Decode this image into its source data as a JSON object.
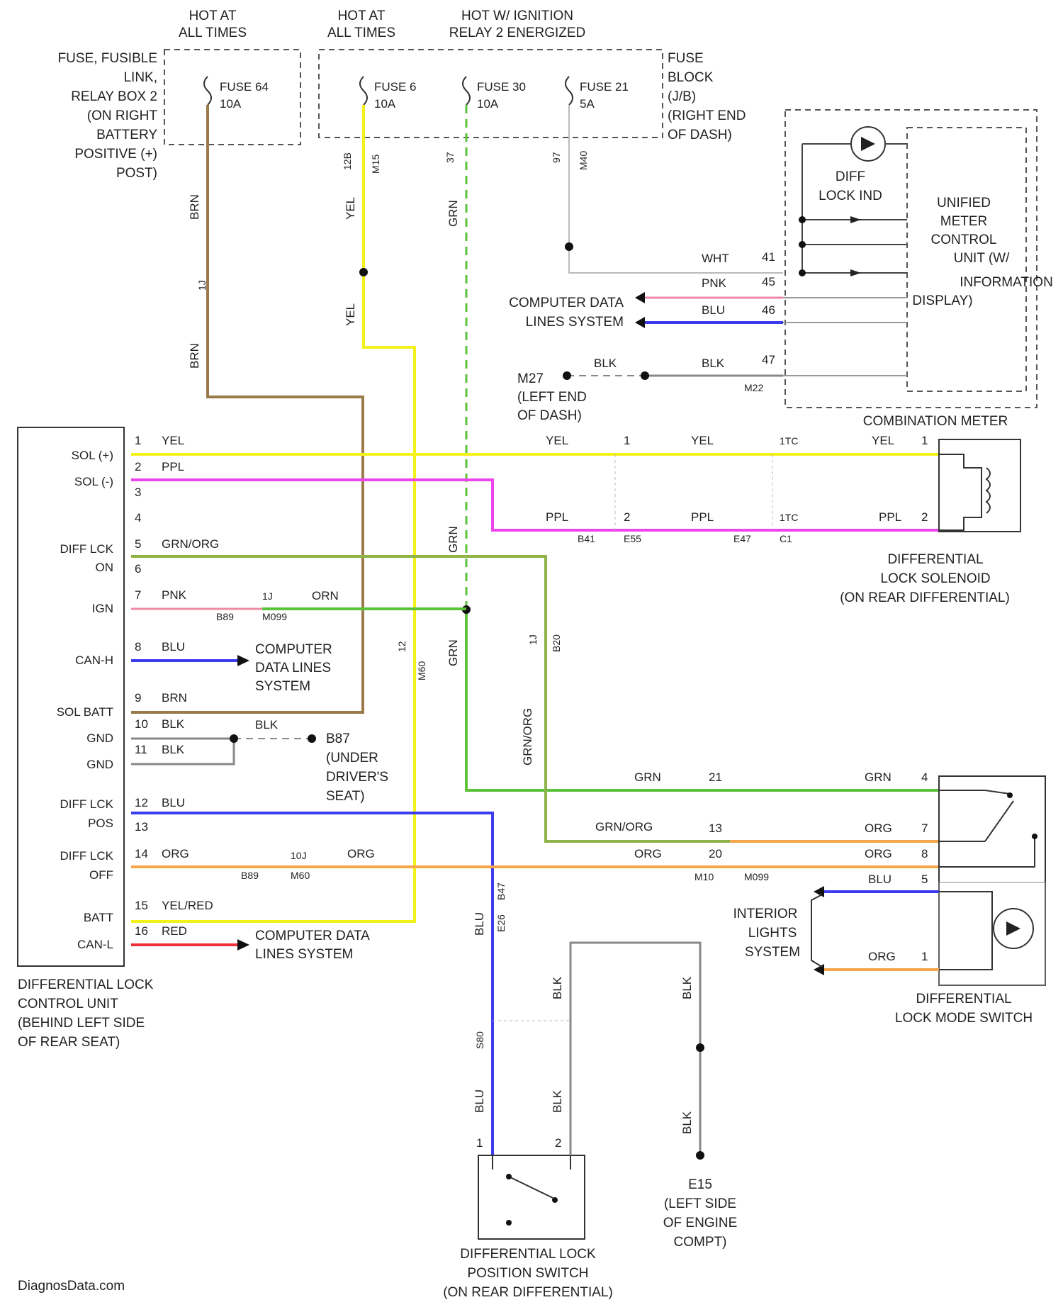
{
  "header": {
    "hot_at_all_times_1": [
      "HOT AT",
      "ALL TIMES"
    ],
    "hot_at_all_times_2": [
      "HOT AT",
      "ALL TIMES"
    ],
    "hot_ignition": [
      "HOT W/ IGNITION",
      "RELAY 2 ENERGIZED"
    ]
  },
  "fuse_box_1": {
    "label": [
      "FUSE, FUSIBLE",
      "LINK,",
      "RELAY BOX 2",
      "(ON RIGHT",
      "BATTERY",
      "POSITIVE (+)",
      "POST)"
    ],
    "fuse": [
      "FUSE 64",
      "10A"
    ]
  },
  "fuse_block": {
    "label": [
      "FUSE",
      "BLOCK",
      "(J/B)",
      "(RIGHT END",
      "OF DASH)"
    ],
    "fuses": [
      [
        "FUSE 6",
        "10A"
      ],
      [
        "FUSE 30",
        "10A"
      ],
      [
        "FUSE 21",
        "5A"
      ]
    ],
    "terminals": [
      "12B",
      "M15",
      "37",
      "97",
      "M40"
    ]
  },
  "combination_meter": {
    "title": "COMBINATION METER",
    "unit_label": [
      "UNIFIED",
      "METER",
      "CONTROL",
      "UNIT (W/",
      "INFORMATION",
      "DISPLAY)"
    ],
    "indicator": [
      "DIFF",
      "LOCK IND"
    ],
    "pins": [
      "41",
      "45",
      "46",
      "47"
    ],
    "connector": "M22",
    "wires": [
      "WHT",
      "PNK",
      "BLU",
      "BLK",
      "BLK"
    ]
  },
  "computer_data": {
    "label_1": [
      "COMPUTER DATA",
      "LINES SYSTEM"
    ],
    "label_2": [
      "COMPUTER",
      "DATA LINES",
      "SYSTEM"
    ],
    "label_3": [
      "COMPUTER DATA",
      "LINES SYSTEM"
    ]
  },
  "grounds": {
    "m27": [
      "M27",
      "(LEFT END",
      "OF DASH)"
    ],
    "b87": [
      "B87",
      "(UNDER",
      "DRIVER'S",
      "SEAT)"
    ],
    "e15": [
      "E15",
      "(LEFT SIDE",
      "OF ENGINE",
      "COMPT)"
    ]
  },
  "control_unit": {
    "title": [
      "DIFFERENTIAL LOCK",
      "CONTROL UNIT",
      "(BEHIND LEFT SIDE",
      "OF REAR SEAT)"
    ],
    "pin_labels": [
      "SOL (+)",
      "SOL (-)",
      "DIFF LCK",
      "ON",
      "IGN",
      "CAN-H",
      "SOL BATT",
      "GND",
      "GND",
      "DIFF LCK",
      "POS",
      "DIFF LCK",
      "OFF",
      "BATT",
      "CAN-L"
    ],
    "pins": [
      "1",
      "2",
      "3",
      "4",
      "5",
      "6",
      "7",
      "8",
      "9",
      "10",
      "11",
      "12",
      "13",
      "14",
      "15",
      "16"
    ],
    "wires": [
      "YEL",
      "PPL",
      "GRN/ORG",
      "PNK",
      "BLU",
      "BRN",
      "BLK",
      "BLK",
      "BLU",
      "ORG",
      "YEL/RED",
      "RED"
    ]
  },
  "solenoid": {
    "title": [
      "DIFFERENTIAL",
      "LOCK SOLENOID",
      "(ON REAR DIFFERENTIAL)"
    ],
    "pins": [
      "1",
      "2"
    ],
    "wires": [
      "YEL",
      "PPL"
    ],
    "connectors": [
      "B41",
      "E55",
      "E47",
      "C1",
      "1TC",
      "1TC"
    ]
  },
  "mode_switch": {
    "title": [
      "DIFFERENTIAL",
      "LOCK MODE SWITCH"
    ],
    "pins": [
      "4",
      "7",
      "8",
      "5",
      "1"
    ],
    "wires": [
      "GRN",
      "ORG",
      "ORG",
      "BLU",
      "ORG"
    ]
  },
  "interior_lights": [
    "INTERIOR",
    "LIGHTS",
    "SYSTEM"
  ],
  "position_switch": {
    "title": [
      "DIFFERENTIAL LOCK",
      "POSITION SWITCH",
      "(ON REAR DIFFERENTIAL)"
    ],
    "wires": [
      "BLU",
      "BLK",
      "BLK",
      "BLK"
    ],
    "pins": [
      "1",
      "2"
    ]
  },
  "mid_labels": {
    "brn": "BRN",
    "yel": "YEL",
    "grn": "GRN",
    "wire_orn": "ORN",
    "grn_org": "GRN/ORG",
    "org": "ORG",
    "blu": "BLU",
    "c21": "21",
    "c13": "13",
    "c20": "20",
    "c12": "12",
    "c1j": "1J",
    "c10j": "10J",
    "m10": "M10",
    "m099": "M099",
    "b89": "B89",
    "m60": "M60",
    "b20": "B20",
    "e26": "E26",
    "b47": "B47",
    "s80": "S80"
  },
  "footer": {
    "watermark": "DiagnosData.com"
  },
  "colors": {
    "yel": "#f2f21a",
    "ppl": "#ee44ee",
    "grn": "#5cc23a",
    "grn_org": "#8fb34a",
    "pnk": "#f08aa6",
    "blu": "#3b3bf0",
    "brn": "#9b7a4a",
    "org": "#f5a54a",
    "yelred": "#f5c020",
    "red": "#ee2f3a",
    "blk": "#888888"
  }
}
